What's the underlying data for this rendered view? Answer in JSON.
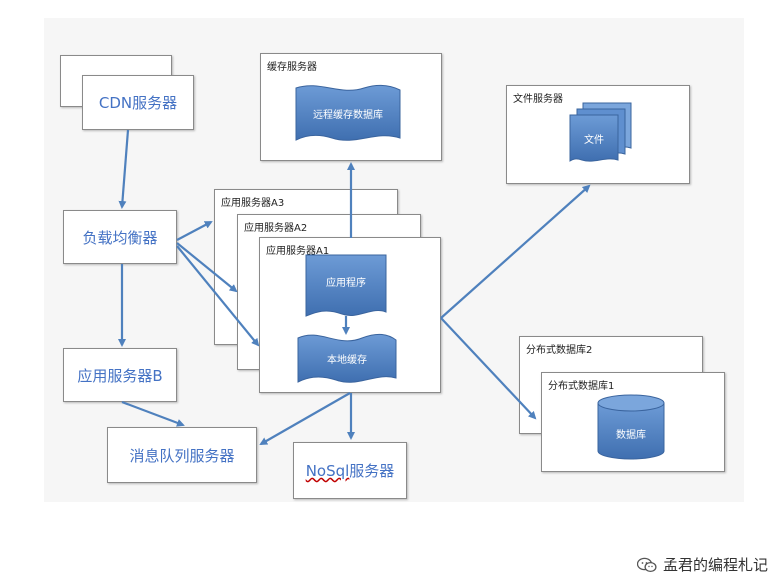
{
  "cdn": {
    "label": "CDN服务器"
  },
  "lb": {
    "label": "负载均衡器"
  },
  "app_b": {
    "label": "应用服务器B"
  },
  "mq": {
    "label": "消息队列服务器"
  },
  "nosql": {
    "prefix": "NoSql",
    "suffix": "服务器"
  },
  "cache": {
    "title": "缓存服务器",
    "shape_label": "远程缓存数据库"
  },
  "file": {
    "title": "文件服务器",
    "shape_label": "文件"
  },
  "app_a3": {
    "title": "应用服务器A3"
  },
  "app_a2": {
    "title": "应用服务器A2"
  },
  "app_a1": {
    "title": "应用服务器A1",
    "program_label": "应用程序",
    "local_cache_label": "本地缓存"
  },
  "db2": {
    "title": "分布式数据库2"
  },
  "db1": {
    "title": "分布式数据库1",
    "cylinder_label": "数据库"
  },
  "watermark": {
    "text": "孟君的编程札记"
  },
  "colors": {
    "arrow": "#4f81bd",
    "shape_fill": "#4f81bd",
    "accent_text": "#4472c4"
  }
}
